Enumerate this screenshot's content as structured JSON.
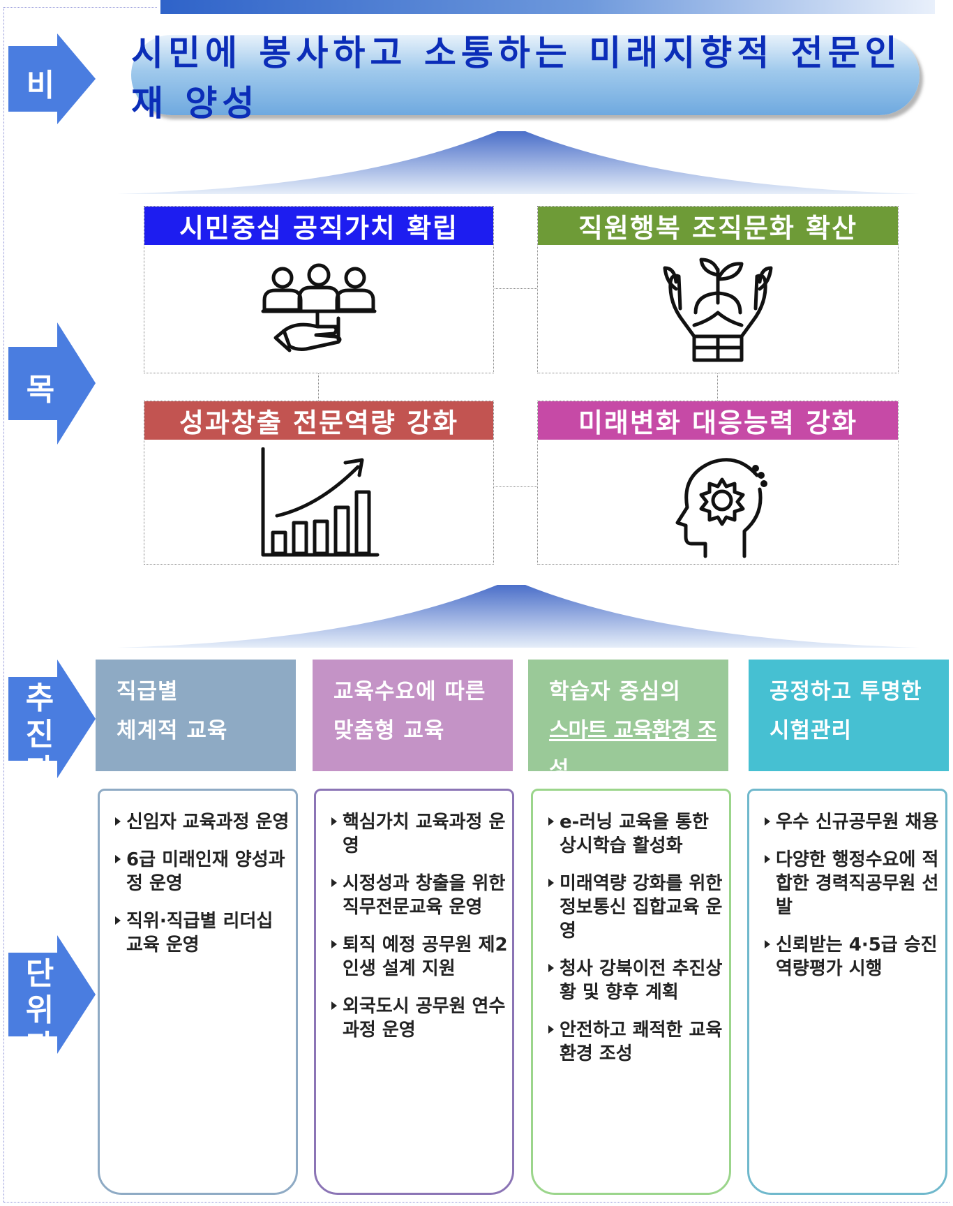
{
  "side_labels": {
    "vision": "비전",
    "goals": "목표",
    "tasks": "추진과제",
    "tasks_line1": "추진",
    "tasks_line2": "과제",
    "units_line1": "단위",
    "units_line2": "과제"
  },
  "vision": {
    "text": "시민에 봉사하고 소통하는 미래지향적 전문인재 양성"
  },
  "goals": [
    {
      "title": "시민중심 공직가치 확립",
      "color": "#1d1df0",
      "icon": "people-hand-icon"
    },
    {
      "title": "직원행복 조직문화 확산",
      "color": "#6e9b37",
      "icon": "hands-plant-icon"
    },
    {
      "title": "성과창출 전문역량 강화",
      "color": "#c25451",
      "icon": "growth-chart-icon"
    },
    {
      "title": "미래변화 대응능력 강화",
      "color": "#c64aa6",
      "icon": "head-gear-icon"
    }
  ],
  "tasks": [
    {
      "line1": "직급별",
      "line2": "체계적 교육",
      "color": "#8eaac4"
    },
    {
      "line1": "교육수요에 따른",
      "line2": "맞춤형 교육",
      "color": "#c493c6"
    },
    {
      "line1": "학습자 중심의",
      "line2": "스마트 교육환경 조성",
      "color": "#9ac998"
    },
    {
      "line1": "공정하고 투명한",
      "line2": "시험관리",
      "color": "#46c0d2"
    }
  ],
  "units": [
    {
      "border": "#8eaac4",
      "items": [
        "신임자 교육과정 운영",
        "6급 미래인재 양성과정 운영",
        "직위·직급별 리더십 교육 운영"
      ]
    },
    {
      "border": "#8b74b5",
      "items": [
        "핵심가치 교육과정 운영",
        "시정성과 창출을 위한 직무전문교육 운영",
        "퇴직 예정 공무원 제2인생 설계 지원",
        "외국도시 공무원 연수과정 운영"
      ]
    },
    {
      "border": "#9bd58b",
      "items": [
        "e-러닝 교육을 통한 상시학습 활성화",
        "미래역량 강화를 위한 정보통신 집합교육 운영",
        "청사 강북이전 추진상황 및 향후 계획",
        "안전하고 쾌적한 교육환경 조성"
      ]
    },
    {
      "border": "#6fb8cc",
      "items": [
        "우수 신규공무원 채용",
        "다양한 행정수요에 적합한 경력직공무원 선발",
        "신뢰받는 4·5급 승진 역량평가 시행"
      ]
    }
  ]
}
